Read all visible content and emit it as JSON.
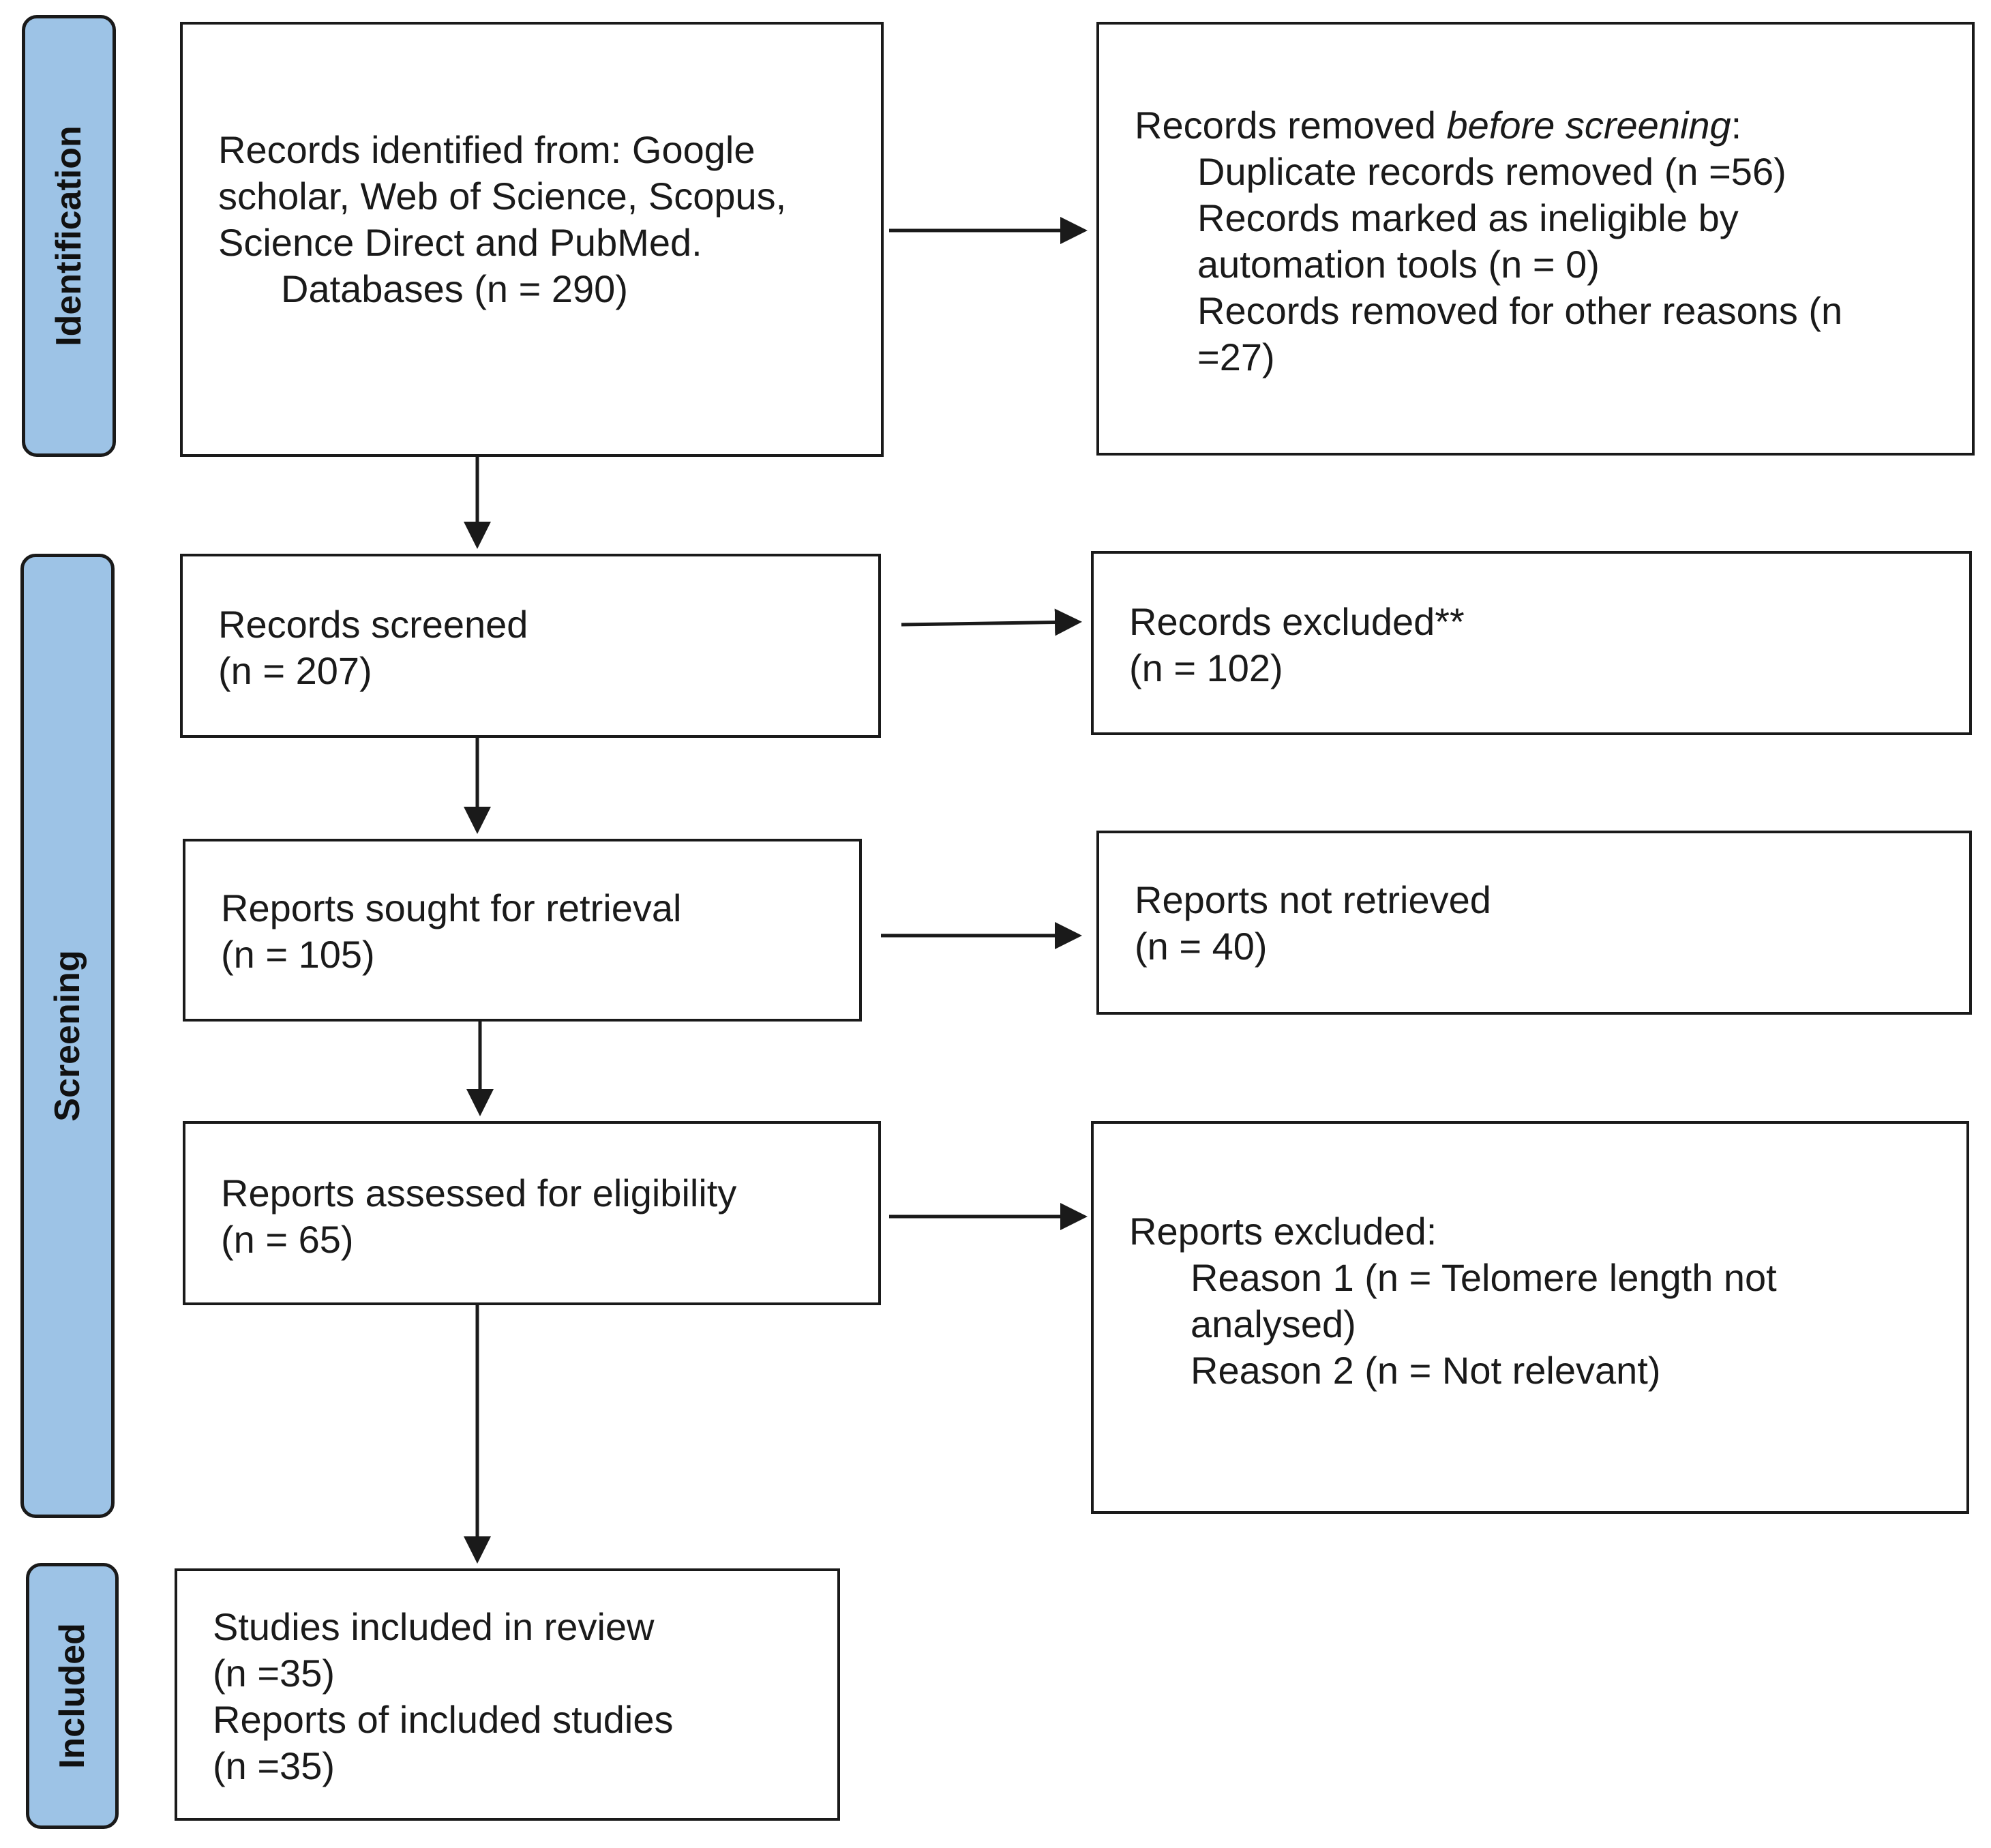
{
  "phases": {
    "identification": "Identification",
    "screening": "Screening",
    "included": "Included"
  },
  "boxes": {
    "records_identified": {
      "line1": "Records identified from: Google",
      "line2": "scholar, Web of Science, Scopus,",
      "line3": "Science Direct and PubMed.",
      "line4": "Databases (n = 290)"
    },
    "records_removed": {
      "heading_prefix": "Records removed ",
      "heading_italic": "before screening",
      "heading_suffix": ":",
      "line1": "Duplicate records removed (n =56)",
      "line2": "Records marked as ineligible by",
      "line3": "automation tools (n = 0)",
      "line4": "Records removed for other reasons (n",
      "line5": "=27)"
    },
    "records_screened": {
      "line1": "Records screened",
      "line2": "(n = 207)"
    },
    "records_excluded": {
      "line1": "Records excluded**",
      "line2": "(n = 102)"
    },
    "reports_sought": {
      "line1": "Reports sought for retrieval",
      "line2": "(n = 105)"
    },
    "reports_not_retrieved": {
      "line1": "Reports not retrieved",
      "line2": "(n = 40)"
    },
    "reports_assessed": {
      "line1": "Reports assessed for eligibility",
      "line2": "(n = 65)"
    },
    "reports_excluded": {
      "heading": "Reports excluded:",
      "line1": "Reason 1 (n = Telomere length not",
      "line2": "analysed)",
      "line3": "Reason 2 (n = Not relevant)"
    },
    "studies_included": {
      "line1": "Studies included in review",
      "line2": "(n =35)",
      "line3": "Reports of included studies",
      "line4": "(n =35)"
    }
  },
  "colors": {
    "phase_fill": "#9dc3e6",
    "border": "#1a1a1a"
  }
}
